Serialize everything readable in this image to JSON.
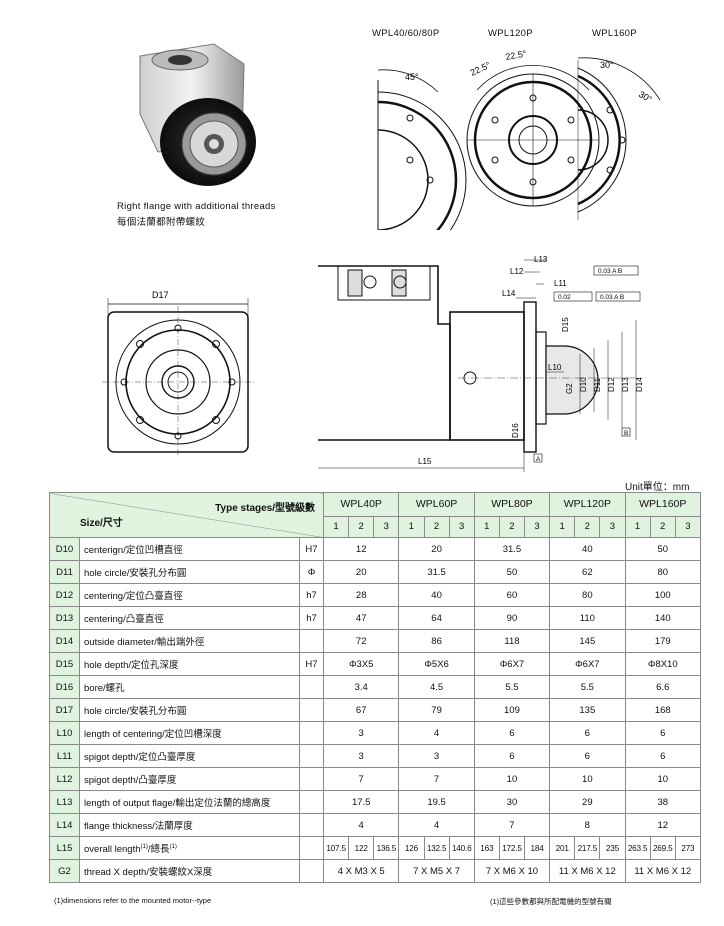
{
  "diagram": {
    "photo_caption_en": "Right flange with additional threads",
    "photo_caption_zh": "每個法蘭都附帶螺紋",
    "flange_labels": [
      "WPL40/60/80P",
      "WPL120P",
      "WPL160P"
    ],
    "angle_45": "45°",
    "angle_22_5_a": "22.5°",
    "angle_22_5_b": "22.5°",
    "angle_30_a": "30°",
    "angle_30_b": "30°",
    "dim_d17": "D17",
    "dim_l13": "L13",
    "dim_l12": "L12",
    "dim_l11": "L11",
    "dim_l14": "L14",
    "dim_l10": "L10",
    "dim_l15": "L15",
    "dim_d15": "D15",
    "dim_d16": "D16",
    "dim_g2": "G2",
    "dim_d10": "D10",
    "dim_d11": "D11",
    "dim_d12": "D12",
    "dim_d13": "D13",
    "dim_d14": "D14",
    "tol_1": "0.03 A B",
    "tol_2": "0.02",
    "tol_3": "0.03 A B",
    "datum_a": "A",
    "datum_b": "B",
    "unit": "Unit單位：mm"
  },
  "table": {
    "type_stages": "Type stages/型號級數",
    "size": "Size/尺寸",
    "models": [
      "WPL40P",
      "WPL60P",
      "WPL80P",
      "WPL120P",
      "WPL160P"
    ],
    "stages": [
      "1",
      "2",
      "3",
      "1",
      "2",
      "3",
      "1",
      "2",
      "3",
      "1",
      "2",
      "3",
      "1",
      "2",
      "3"
    ],
    "rows": [
      {
        "code": "D10",
        "desc": "centerign/定位凹槽直徑",
        "tol": "H7",
        "vals": [
          "12",
          "20",
          "31.5",
          "40",
          "50"
        ]
      },
      {
        "code": "D11",
        "desc": "hole circle/安裝孔分布圓",
        "tol": "Φ",
        "vals": [
          "20",
          "31.5",
          "50",
          "62",
          "80"
        ]
      },
      {
        "code": "D12",
        "desc": "centering/定位凸臺直徑",
        "tol": "h7",
        "vals": [
          "28",
          "40",
          "60",
          "80",
          "100"
        ]
      },
      {
        "code": "D13",
        "desc": "centering/凸臺直徑",
        "tol": "h7",
        "vals": [
          "47",
          "64",
          "90",
          "110",
          "140"
        ]
      },
      {
        "code": "D14",
        "desc": "outside diameter/輸出端外徑",
        "tol": "",
        "vals": [
          "72",
          "86",
          "118",
          "145",
          "179"
        ]
      },
      {
        "code": "D15",
        "desc": "hole depth/定位孔深度",
        "tol": "H7",
        "vals": [
          "Φ3X5",
          "Φ5X6",
          "Φ6X7",
          "Φ6X7",
          "Φ8X10"
        ]
      },
      {
        "code": "D16",
        "desc": "bore/螺孔",
        "tol": "",
        "vals": [
          "3.4",
          "4.5",
          "5.5",
          "5.5",
          "6.6"
        ]
      },
      {
        "code": "D17",
        "desc": "hole circle/安裝孔分布圓",
        "tol": "",
        "vals": [
          "67",
          "79",
          "109",
          "135",
          "168"
        ]
      },
      {
        "code": "L10",
        "desc": "length of centering/定位凹槽深度",
        "tol": "",
        "vals": [
          "3",
          "4",
          "6",
          "6",
          "6"
        ]
      },
      {
        "code": "L11",
        "desc": "spigot depth/定位凸臺厚度",
        "tol": "",
        "vals": [
          "3",
          "3",
          "6",
          "6",
          "6"
        ]
      },
      {
        "code": "L12",
        "desc": "spigot depth/凸臺厚度",
        "tol": "",
        "vals": [
          "7",
          "7",
          "10",
          "10",
          "10"
        ]
      },
      {
        "code": "L13",
        "desc": "length of output flage/輸出定位法蘭的總高度",
        "tol": "",
        "vals": [
          "17.5",
          "19.5",
          "30",
          "29",
          "38"
        ]
      },
      {
        "code": "L14",
        "desc": "flange thickness/法蘭厚度",
        "tol": "",
        "vals": [
          "4",
          "4",
          "7",
          "8",
          "12"
        ]
      }
    ],
    "l15": {
      "code": "L15",
      "desc": "overall length",
      "sup1": "(1)",
      "desc2": "/總長",
      "sup2": "(1)",
      "vals": [
        "107.5",
        "122",
        "136.5",
        "126",
        "132.5",
        "140.6",
        "163",
        "172.5",
        "184",
        "201",
        "217.5",
        "235",
        "263.5",
        "269.5",
        "273"
      ]
    },
    "g2": {
      "code": "G2",
      "desc": "thread X depth/安裝螺紋X深度",
      "vals": [
        "4 X M3 X 5",
        "7 X M5 X 7",
        "7 X M6 X 10",
        "11 X M6 X 12",
        "11 X M6 X 12"
      ]
    },
    "foot_en": "(1)dimensions refer to the mounted motor--type",
    "foot_zh": "(1)這些參數都與所配電機的型號有關"
  },
  "colors": {
    "header_bg": "#dff3df",
    "grid": "#8a8a8a"
  }
}
